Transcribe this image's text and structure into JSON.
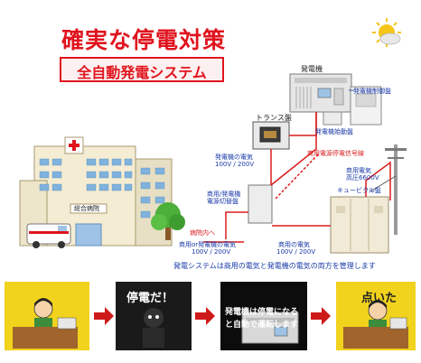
{
  "title": "確実な停電対策",
  "subtitle": "全自動発電システム",
  "labels": {
    "generator": "発電機",
    "generator_control_panel": "発電機制御盤",
    "transformer_room": "トランス盤",
    "generator_start_signal": "発電機始動盤",
    "generator_power": "発電機の電気",
    "generator_power_voltage": "100V / 200V",
    "commercial_outage_signal": "商用電源停電信号線",
    "commercial_power": "商用電気",
    "high_voltage": "高圧6600V",
    "cubicle_room": "キュービクル盤",
    "switch_panel_line1": "商用/発電機",
    "switch_panel_line2": "電源切替盤",
    "to_hospital": "病院内へ",
    "hospital_name": "総合病院",
    "commercial_or_generator": "商用or発電機の電気",
    "commercial_or_generator_voltage": "100V / 200V",
    "commercial_power_2": "商用の電気",
    "commercial_power_2_voltage": "100V / 200V"
  },
  "note": "発電システムは商用の電気と発電機の電気の両方を管理します",
  "steps": [
    {
      "caption": ""
    },
    {
      "caption": "停電だ！"
    },
    {
      "caption_line1": "発電機は停電になる",
      "caption_line2": "と自動で運転します"
    },
    {
      "caption": "点いた"
    }
  ],
  "colors": {
    "title_red": "#e0141e",
    "label_blue": "#1a3aa8",
    "signal_red": "#d81e1e",
    "panel_bg": "#f1ead7",
    "dark_bg": "#1a1a1a"
  },
  "icons": [
    "sun-cloud-icon",
    "arrow-right-icon"
  ]
}
